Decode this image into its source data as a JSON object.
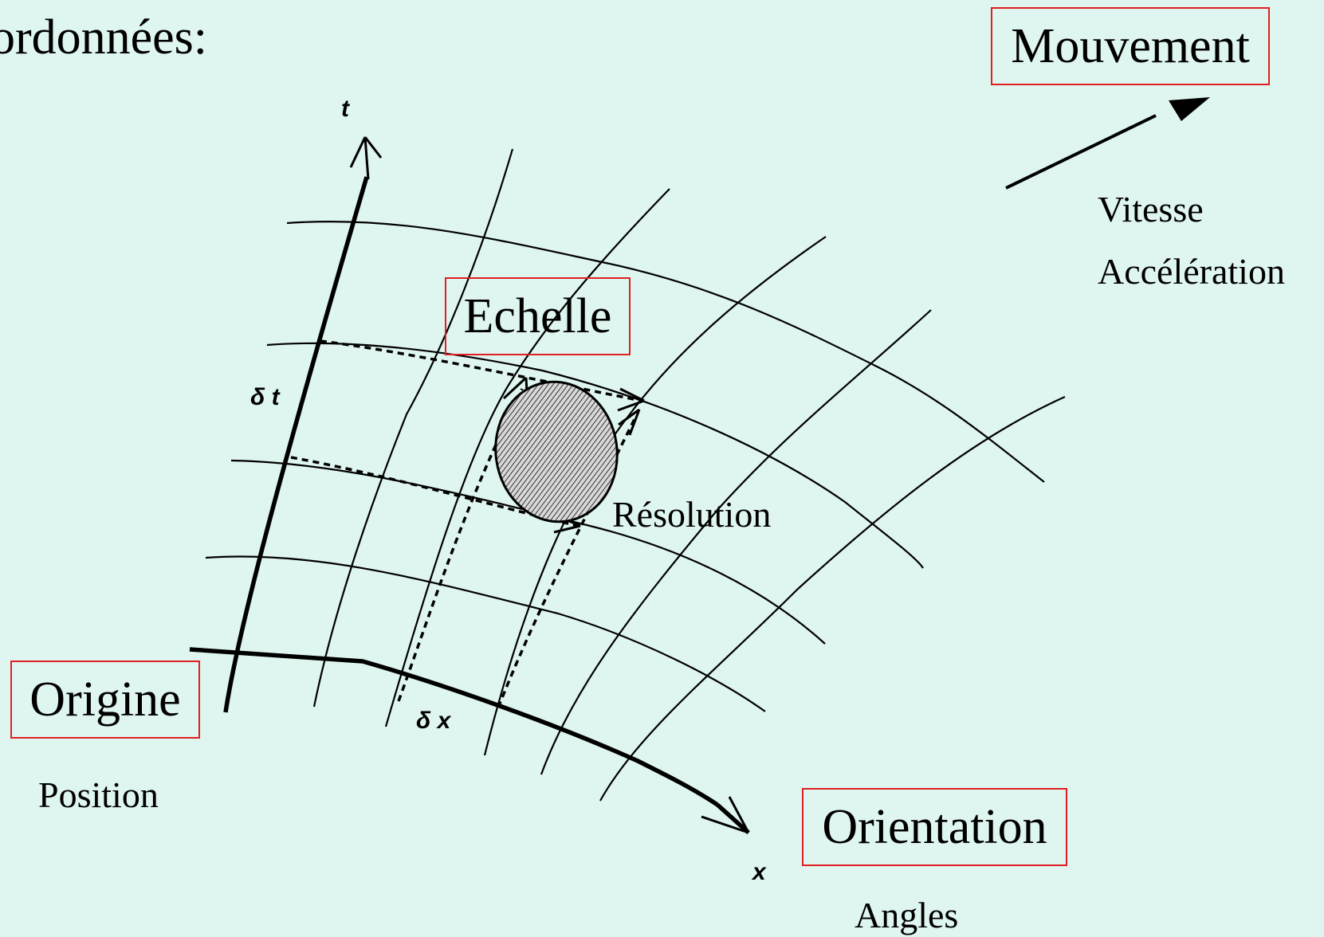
{
  "title": "ordonnées:",
  "boxes": {
    "mouvement": "Mouvement",
    "echelle": "Echelle",
    "origine": "Origine",
    "orientation": "Orientation"
  },
  "labels": {
    "vitesse": "Vitesse",
    "acceleration": "Accélération",
    "resolution": "Résolution",
    "position": "Position",
    "angles": "Angles"
  },
  "axes": {
    "t": "t",
    "x": "x",
    "delta_t": "δ t",
    "delta_x": "δ x"
  },
  "colors": {
    "background": "#dff5f0",
    "box_border": "#e02020",
    "ink": "#000000"
  }
}
